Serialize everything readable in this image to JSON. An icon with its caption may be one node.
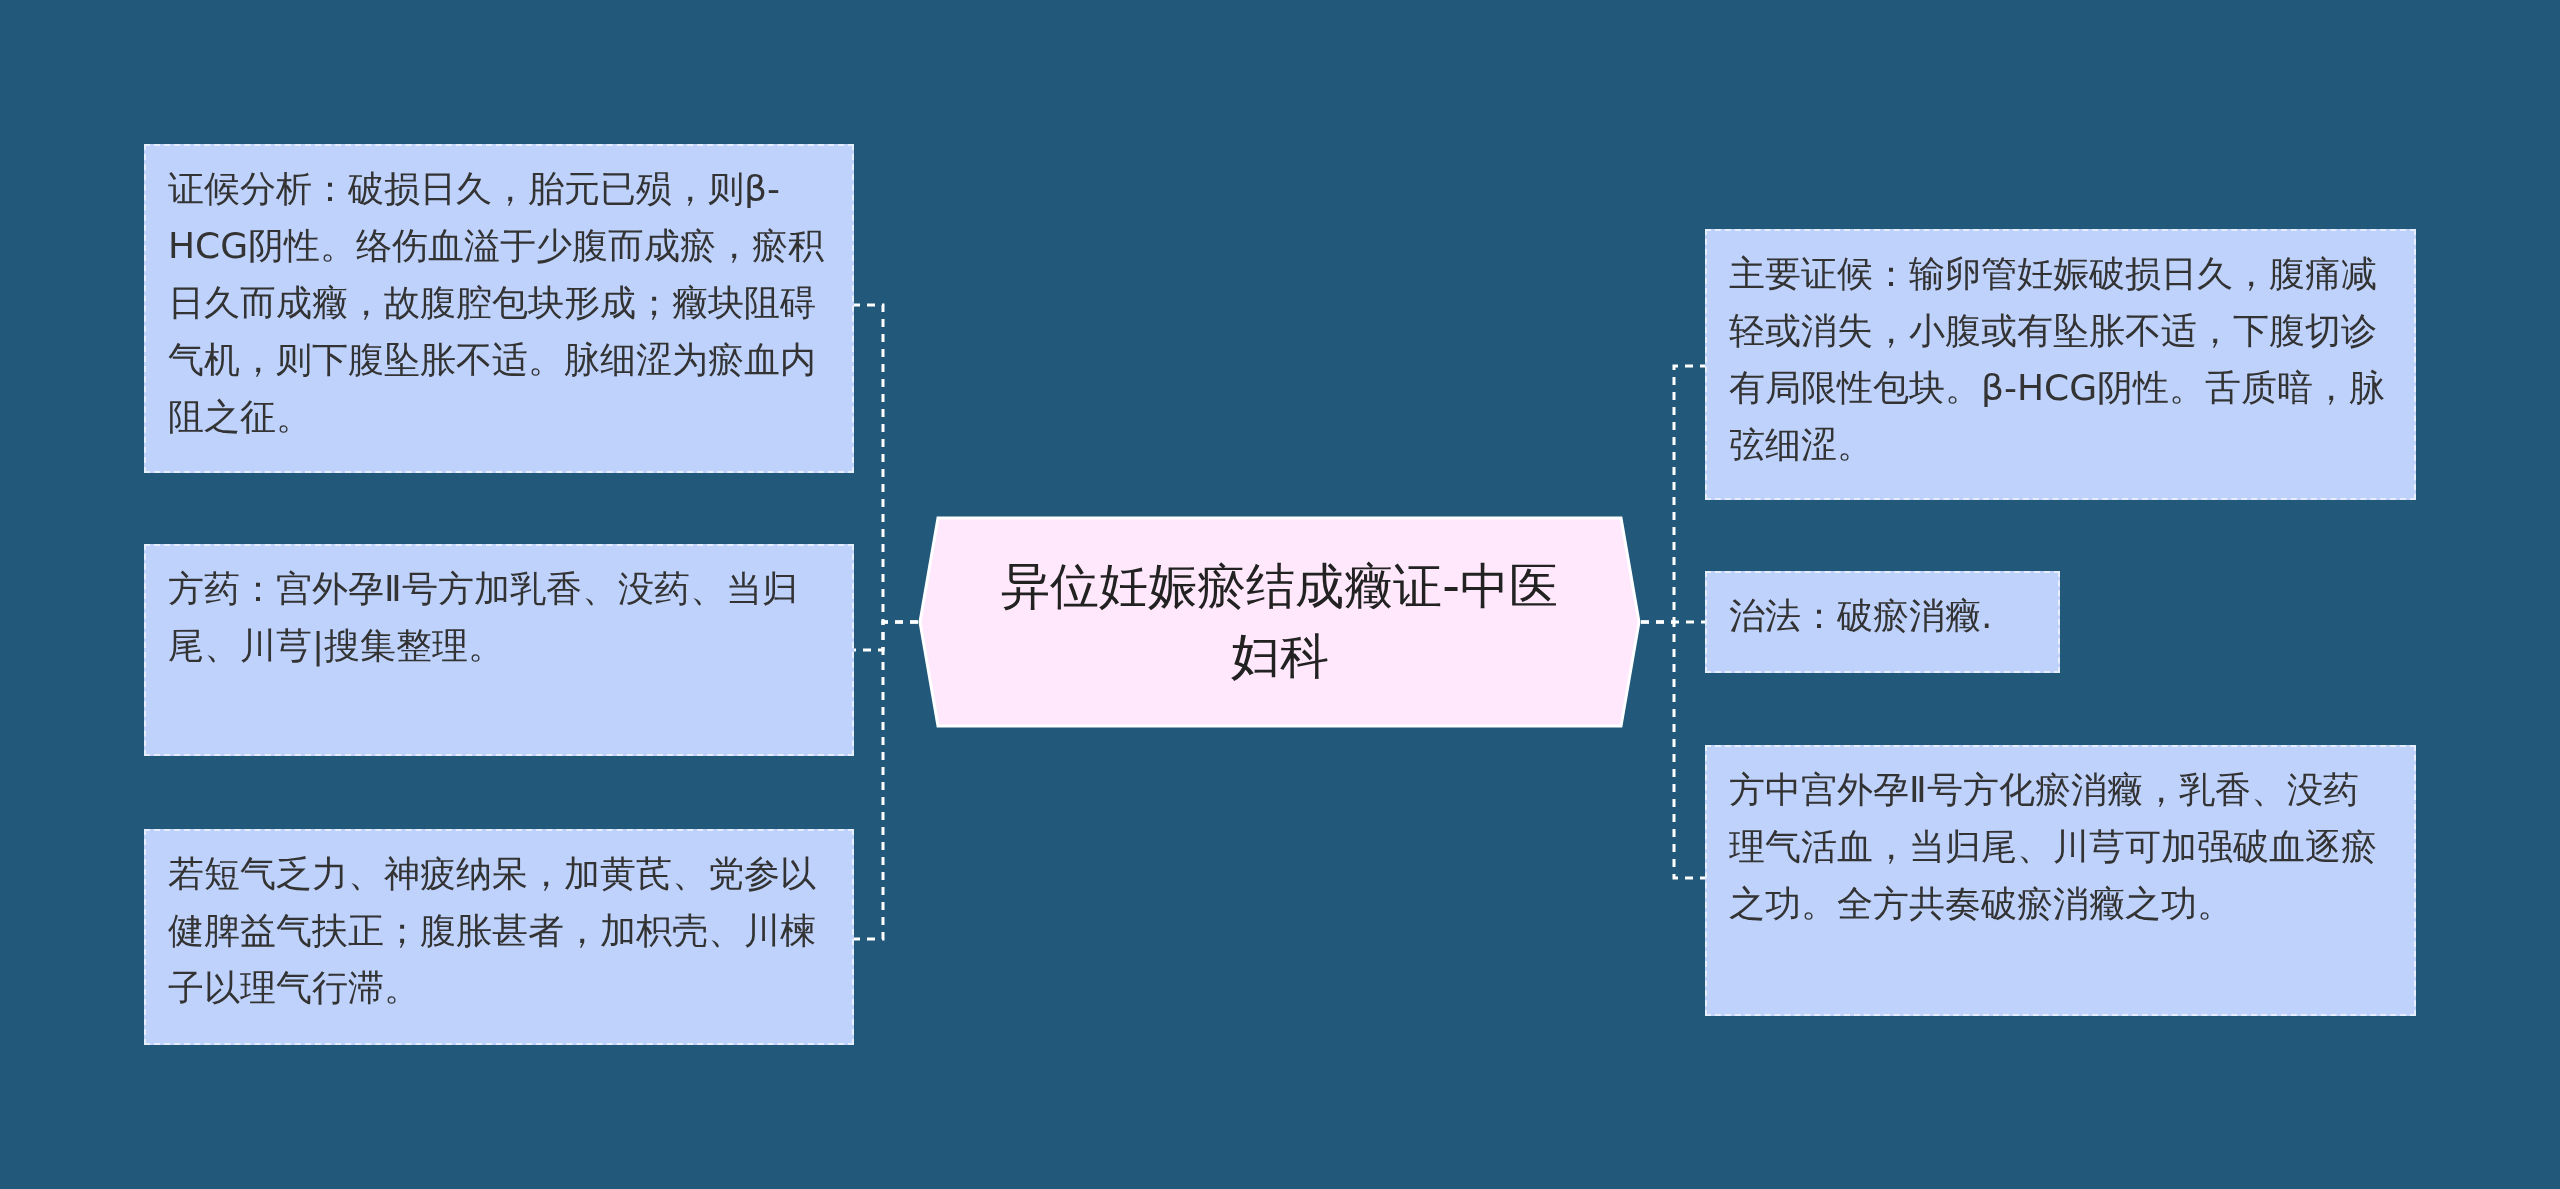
{
  "diagram": {
    "nodes": [
      {
        "text": [
          "异位妊娠瘀结成癥证-中医妇科"
        ]
      },
      {
        "text": [
          "证候分析：破损日久，胎元已殒，则β-HCG阴性。络伤血溢于少腹而成瘀，瘀积日久而成癥，故腹腔包块形成；癥块阻碍气机，则下腹坠胀不适。脉细涩为瘀血内阻之征。"
        ]
      },
      {
        "text": [
          "方药：宫外孕Ⅱ号方加乳香、没药、当归尾、川芎|搜集整理。"
        ]
      },
      {
        "text": [
          "若短气乏力、神疲纳呆，加黄芪、党参以健脾益气扶正；腹胀甚者，加枳壳、川楝子以理气行滞。"
        ]
      },
      {
        "text": [
          "主要证候：输卵管妊娠破损日久，腹痛减轻或消失，小腹或有坠胀不适，下腹切诊有局限性包块。β-HCG阴性。舌质暗，脉弦细涩。"
        ]
      },
      {
        "text": [
          "治法：破瘀消癥."
        ]
      },
      {
        "text": [
          "方中宫外孕Ⅱ号方化瘀消癥，乳香、没药理气活血，当归尾、川芎可加强破血逐瘀之功。全方共奏破瘀消癥之功。"
        ]
      }
    ],
    "edges": [
      {
        "from": 0,
        "to": 1,
        "arrow": "none",
        "style": "dashed"
      },
      {
        "from": 0,
        "to": 2,
        "arrow": "none",
        "style": "dashed"
      },
      {
        "from": 0,
        "to": 3,
        "arrow": "none",
        "style": "dashed"
      },
      {
        "from": 0,
        "to": 4,
        "arrow": "none",
        "style": "dashed"
      },
      {
        "from": 0,
        "to": 5,
        "arrow": "none",
        "style": "dashed"
      },
      {
        "from": 0,
        "to": 6,
        "arrow": "none",
        "style": "dashed"
      }
    ]
  }
}
